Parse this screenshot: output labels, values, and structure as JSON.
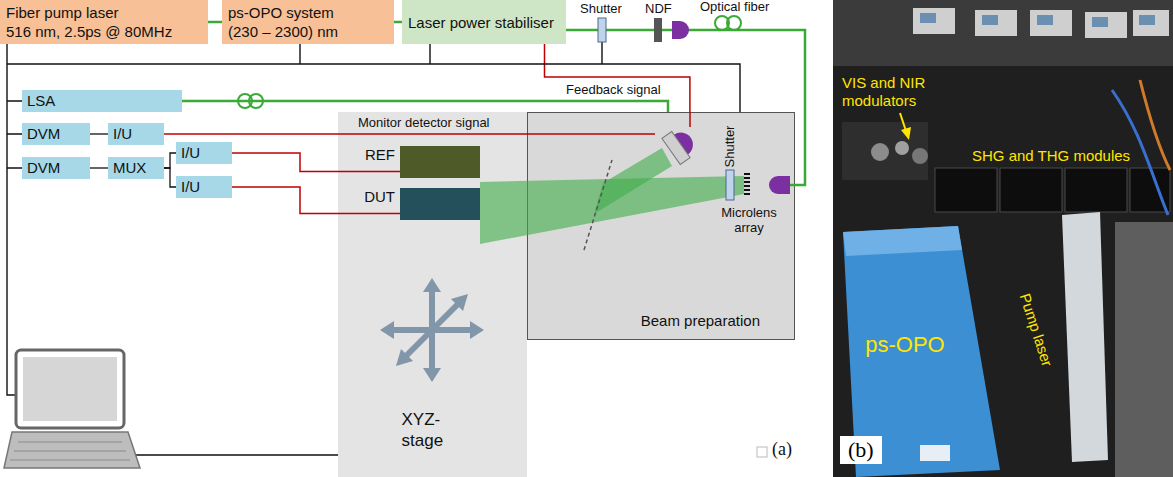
{
  "diagram": {
    "nodes": [
      {
        "text": [
          "Fiber pump laser",
          "516 nm, 2.5ps @ 80MHz"
        ]
      },
      {
        "text": [
          "ps-OPO system",
          "(230 – 2300) nm"
        ]
      },
      {
        "text": [
          "Laser power stabiliser"
        ]
      },
      {
        "text": [
          "LSA"
        ]
      },
      {
        "text": [
          "DVM"
        ]
      },
      {
        "text": [
          "I/U"
        ]
      },
      {
        "text": [
          "DVM"
        ]
      },
      {
        "text": [
          "MUX"
        ]
      },
      {
        "text": [
          "I/U"
        ]
      },
      {
        "text": [
          "I/U"
        ]
      },
      {
        "text": [
          "XYZ-stage"
        ]
      },
      {
        "text": [
          "REF"
        ],
        "in": 10
      },
      {
        "text": [
          "DUT"
        ],
        "in": 10
      },
      {
        "text": [
          "Beam preparation"
        ]
      }
    ],
    "edges": [
      {
        "from": 0,
        "to": 1,
        "arrow": "none"
      },
      {
        "from": 1,
        "to": 2,
        "arrow": "none"
      },
      {
        "from": 2,
        "to": 13,
        "arrow": "none"
      },
      {
        "from": 2,
        "to": 13,
        "label": "Feedback signal",
        "arrow": "none"
      },
      {
        "from": 3,
        "to": 13,
        "arrow": "none"
      },
      {
        "from": 4,
        "to": 5,
        "arrow": "none"
      },
      {
        "from": 5,
        "to": 13,
        "label": "Monitor detector signal",
        "arrow": "none"
      },
      {
        "from": 6,
        "to": 7,
        "arrow": "none"
      },
      {
        "from": 7,
        "to": 8,
        "arrow": "none"
      },
      {
        "from": 7,
        "to": 9,
        "arrow": "none"
      },
      {
        "from": 8,
        "to": 11,
        "arrow": "none"
      },
      {
        "from": 9,
        "to": 12,
        "arrow": "none"
      }
    ],
    "labels": [
      "Shutter",
      "NDF",
      "Optical fiber",
      "Shutter",
      "Microlens array",
      "(a)",
      "VIS and NIR modulators",
      "SHG and THG modules",
      "ps-OPO",
      "Pump laser",
      "(b)"
    ]
  }
}
